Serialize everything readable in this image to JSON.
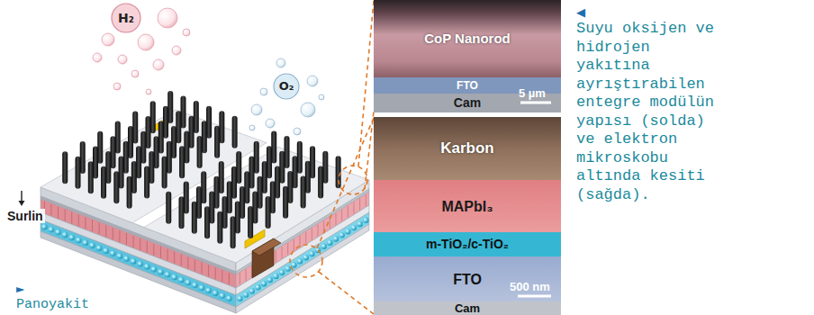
{
  "diagram": {
    "caption": "Suyu oksijen ve hidrojen yakıtına ayrıştırabilen entegre modülün yapısı (solda) ve elektron mikroskobu altında kesiti (sağda).",
    "nodes": [
      {
        "text": [
          "H₂"
        ]
      },
      {
        "text": [
          "O₂"
        ]
      },
      {
        "text": [
          "CoP Nanorod"
        ]
      },
      {
        "text": [
          "FTO"
        ]
      },
      {
        "text": [
          "Cam"
        ]
      },
      {
        "text": [
          "Karbon"
        ]
      },
      {
        "text": [
          "MAPbI₃"
        ]
      },
      {
        "text": [
          "m-TiO₂/c-TiO₂"
        ]
      },
      {
        "text": [
          "FTO"
        ]
      },
      {
        "text": [
          "Cam"
        ]
      }
    ],
    "labels": [
      "Surlin",
      "5 µm",
      "500 nm",
      "◀",
      "►",
      "Panoyakit"
    ]
  }
}
